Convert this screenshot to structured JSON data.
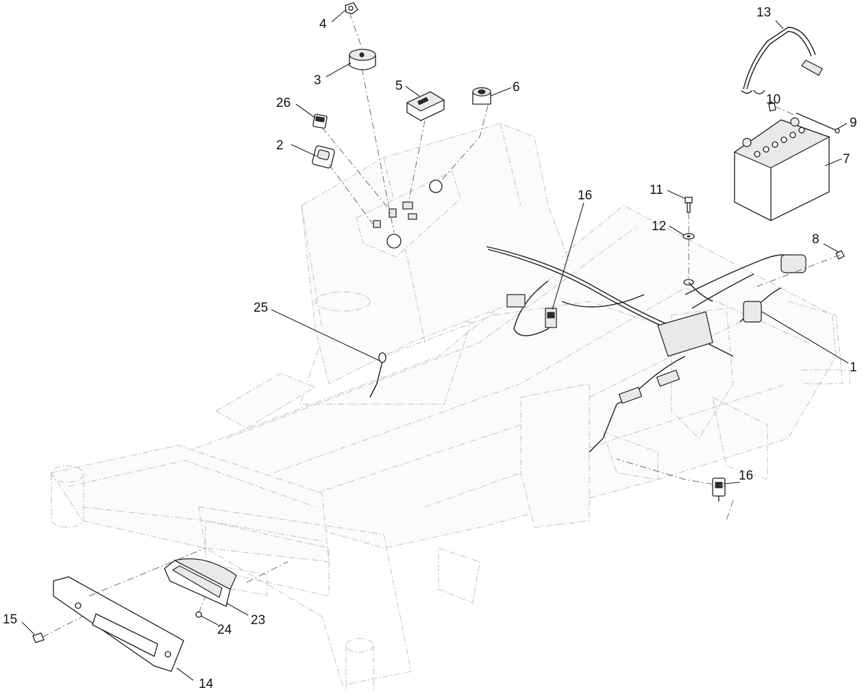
{
  "callouts": [
    {
      "id": "c1",
      "text": "1"
    },
    {
      "id": "c2",
      "text": "2"
    },
    {
      "id": "c3",
      "text": "3"
    },
    {
      "id": "c4",
      "text": "4"
    },
    {
      "id": "c5",
      "text": "5"
    },
    {
      "id": "c6",
      "text": "6"
    },
    {
      "id": "c7",
      "text": "7"
    },
    {
      "id": "c8",
      "text": "8"
    },
    {
      "id": "c9",
      "text": "9"
    },
    {
      "id": "c10",
      "text": "10"
    },
    {
      "id": "c11",
      "text": "11"
    },
    {
      "id": "c12",
      "text": "12"
    },
    {
      "id": "c13",
      "text": "13"
    },
    {
      "id": "c14",
      "text": "14"
    },
    {
      "id": "c15",
      "text": "15"
    },
    {
      "id": "c16a",
      "text": "16"
    },
    {
      "id": "c16b",
      "text": "16"
    },
    {
      "id": "c23",
      "text": "23"
    },
    {
      "id": "c24",
      "text": "24"
    },
    {
      "id": "c25",
      "text": "25"
    },
    {
      "id": "c26",
      "text": "26"
    }
  ]
}
